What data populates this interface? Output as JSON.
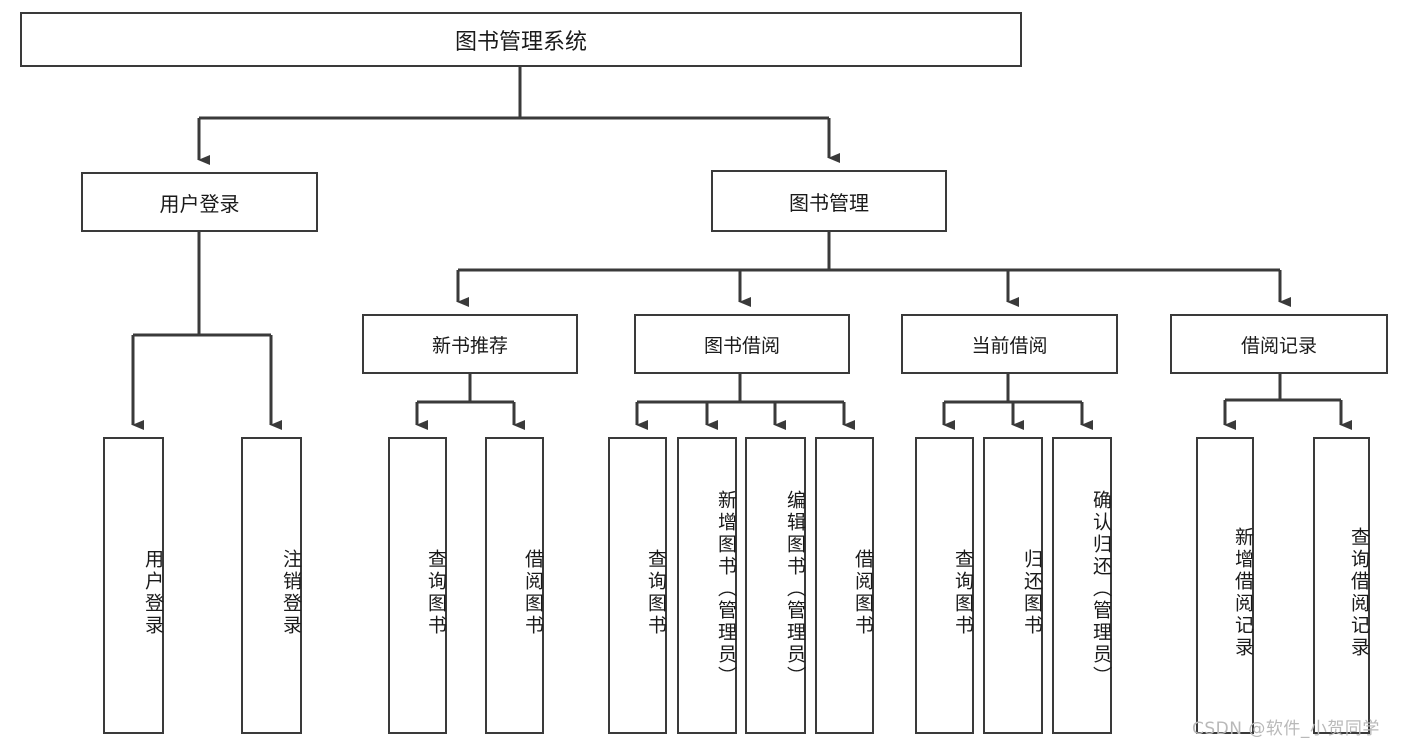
{
  "diagram": {
    "title": "图书管理系统",
    "type": "tree",
    "root": {
      "label": "图书管理系统"
    },
    "level2": [
      {
        "label": "用户登录"
      },
      {
        "label": "图书管理"
      }
    ],
    "level3": [
      {
        "label": "新书推荐"
      },
      {
        "label": "图书借阅"
      },
      {
        "label": "当前借阅"
      },
      {
        "label": "借阅记录"
      }
    ],
    "leaves": {
      "user_login": [
        {
          "label": "用户登录"
        },
        {
          "label": "注销登录"
        }
      ],
      "new_book_recommend": [
        {
          "label": "查询图书"
        },
        {
          "label": "借阅图书"
        }
      ],
      "book_borrow": [
        {
          "label": "查询图书"
        },
        {
          "label": "新增图书（管理员）"
        },
        {
          "label": "编辑图书（管理员）"
        },
        {
          "label": "借阅图书"
        }
      ],
      "current_borrow": [
        {
          "label": "查询图书"
        },
        {
          "label": "归还图书"
        },
        {
          "label": "确认归还（管理员）"
        }
      ],
      "borrow_records": [
        {
          "label": "新增借阅记录"
        },
        {
          "label": "查询借阅记录"
        }
      ]
    }
  },
  "watermark": {
    "text": "CSDN @软件_小贺同学"
  },
  "colors": {
    "stroke": "#3a3a3a",
    "box_fill": "#ffffff",
    "text": "#1a1a1a",
    "watermark": "#b9b9b9"
  }
}
